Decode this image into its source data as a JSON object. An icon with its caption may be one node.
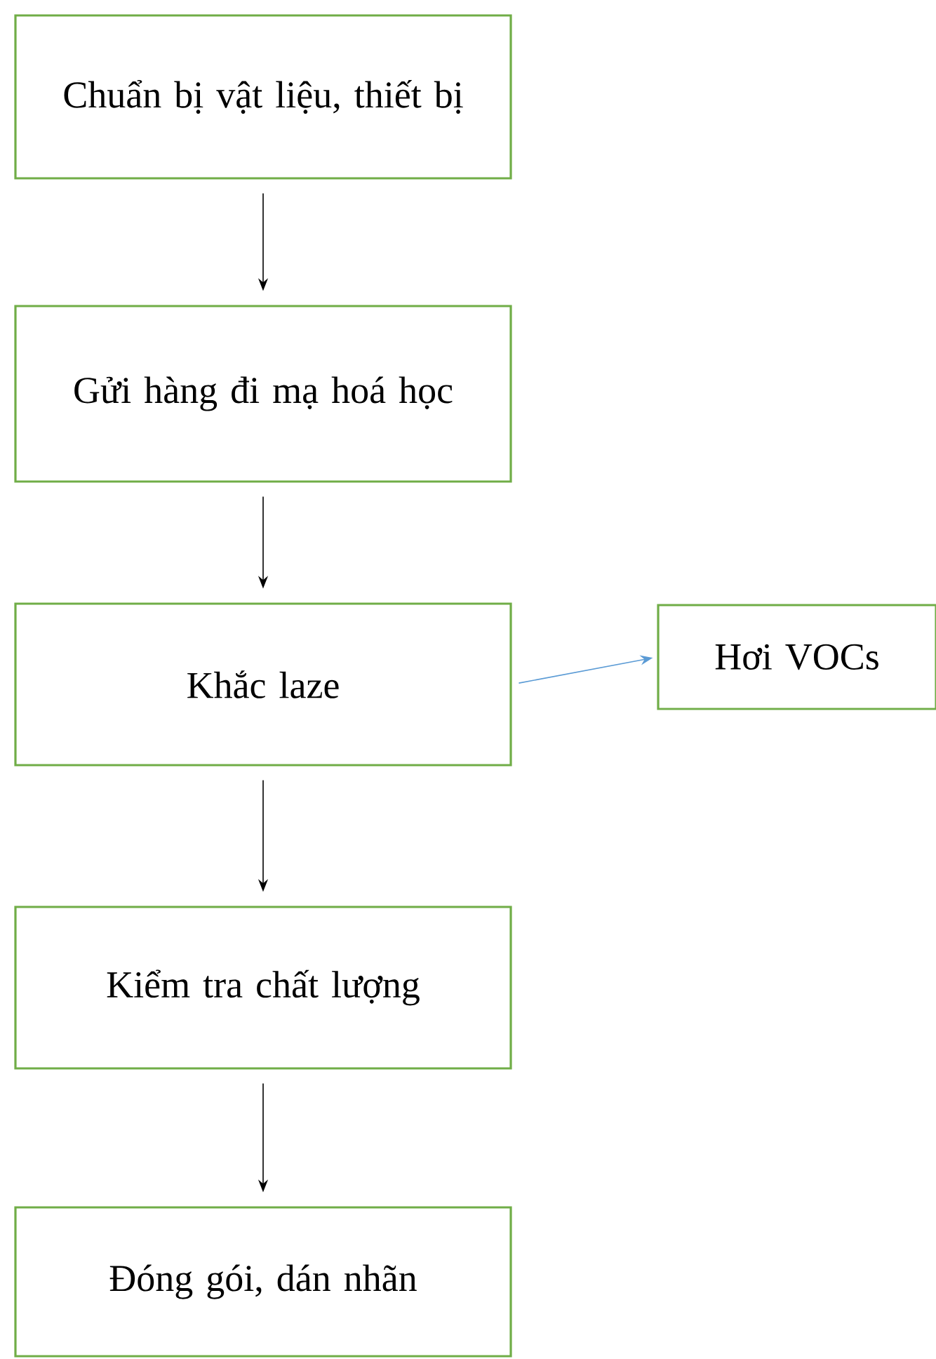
{
  "diagram": {
    "nodes": [
      {
        "text": [
          "Chuẩn bị vật liệu, thiết bị"
        ]
      },
      {
        "text": [
          "Gửi hàng đi mạ hoá học"
        ]
      },
      {
        "text": [
          "Khắc laze"
        ]
      },
      {
        "text": [
          "Hơi VOCs"
        ]
      },
      {
        "text": [
          "Kiểm tra chất lượng"
        ]
      },
      {
        "text": [
          "Đóng gói, dán nhãn"
        ]
      }
    ],
    "edges": [
      {
        "from": 0,
        "to": 1,
        "arrow": "to"
      },
      {
        "from": 1,
        "to": 2,
        "arrow": "to"
      },
      {
        "from": 2,
        "to": 3,
        "arrow": "to",
        "color": "#5b9bd5"
      },
      {
        "from": 2,
        "to": 4,
        "arrow": "to"
      },
      {
        "from": 4,
        "to": 5,
        "arrow": "to"
      }
    ]
  }
}
